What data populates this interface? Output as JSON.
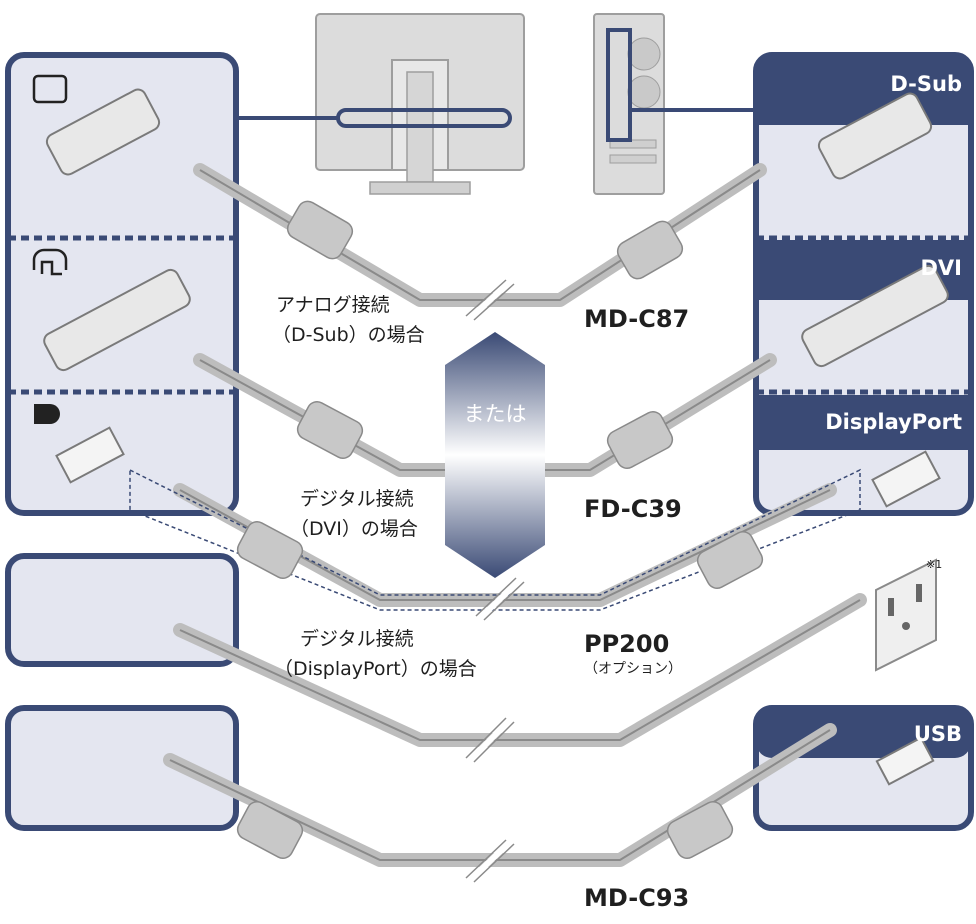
{
  "colors": {
    "panel_border": "#3a4a75",
    "panel_fill": "#e4e6f0",
    "cable": "#bdbdbd",
    "arrow_dark": "#3a4a75",
    "arrow_light": "#ffffff"
  },
  "right_ports": {
    "dsub": "D-Sub",
    "dvi": "DVI",
    "displayport": "DisplayPort",
    "usb": "USB"
  },
  "connections": [
    {
      "description": [
        "アナログ接続",
        "（D-Sub）の場合"
      ],
      "model": "MD-C87"
    },
    {
      "description": [
        "デジタル接続",
        "（DVI）の場合"
      ],
      "model": "FD-C39"
    },
    {
      "description": [
        "デジタル接続",
        "（DisplayPort）の場合"
      ],
      "model": "PP200",
      "note": "（オプション）"
    }
  ],
  "usb_cable": {
    "model": "MD-C93"
  },
  "middle_arrow": "または",
  "outlet_note": "※1",
  "icons": {
    "left_dsub": "monitor-icon",
    "left_dvi": "dvi-icon",
    "left_dp": "displayport-icon",
    "left_power": "power-inlet-icon",
    "left_usb": "usb-icon"
  }
}
